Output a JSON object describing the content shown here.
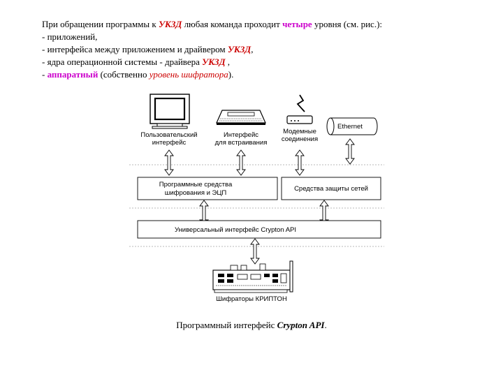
{
  "intro": {
    "l1_a": "При обращении программы к ",
    "l1_b": "УКЗД",
    "l1_c": " любая команда проходит ",
    "l1_d": "четыре",
    "l1_e": " уровня (см. рис.):",
    "l2": "-  приложений,",
    "l3_a": "-  интерфейса между приложением и драйвером ",
    "l3_b": "УКЗД",
    "l3_c": ",",
    "l4_a": "-  ядра операционной системы - драйвера ",
    "l4_b": "УКЗД",
    "l4_c": " ,",
    "l5_a": " - ",
    "l5_b": "аппаратный",
    "l5_c": " (собственно ",
    "l5_d": "уровень шифратора",
    "l5_e": ")."
  },
  "diagram": {
    "user_interface_1": "Пользовательский",
    "user_interface_2": "интерфейс",
    "embed_interface_1": "Интерфейс",
    "embed_interface_2": "для встраивания",
    "modem_1": "Модемные",
    "modem_2": "соединения",
    "ethernet": "Ethernet",
    "crypto_tools_1": "Программные средства",
    "crypto_tools_2": "шифрования и ЭЦП",
    "network_security": "Средства защиты сетей",
    "universal_api": "Универсальный интерфейс Crypton API",
    "encryptors": "Шифраторы КРИПТОН"
  },
  "caption": {
    "a": "Программный интерфейс ",
    "b": "Crypton API",
    "c": "."
  }
}
